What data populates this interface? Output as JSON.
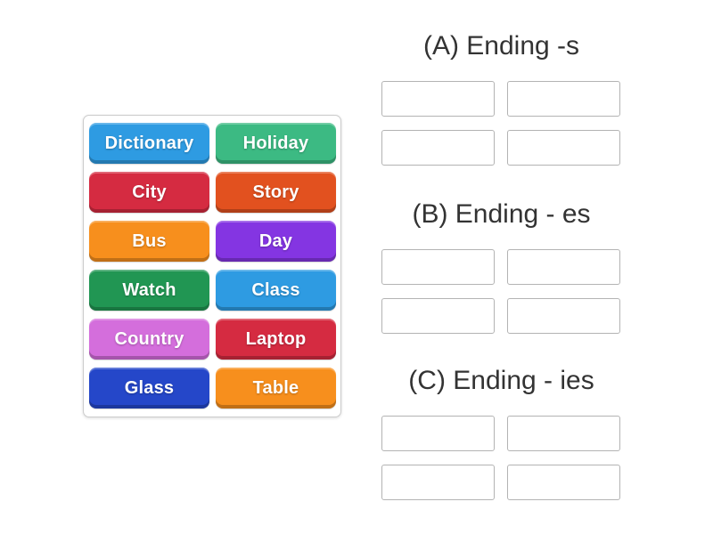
{
  "word_bank": {
    "tiles": [
      {
        "label": "Dictionary",
        "color": "#2e9be2"
      },
      {
        "label": "Holiday",
        "color": "#3cba83"
      },
      {
        "label": "City",
        "color": "#d52b41"
      },
      {
        "label": "Story",
        "color": "#e2511f"
      },
      {
        "label": "Bus",
        "color": "#f78f1d"
      },
      {
        "label": "Day",
        "color": "#8435e2"
      },
      {
        "label": "Watch",
        "color": "#219653"
      },
      {
        "label": "Class",
        "color": "#2e9be2"
      },
      {
        "label": "Country",
        "color": "#d46edc"
      },
      {
        "label": "Laptop",
        "color": "#d52b41"
      },
      {
        "label": "Glass",
        "color": "#2547c9"
      },
      {
        "label": "Table",
        "color": "#f78f1d"
      }
    ]
  },
  "groups": [
    {
      "label": "(A) Ending -s"
    },
    {
      "label": "(B) Ending - es"
    },
    {
      "label": "(C) Ending - ies"
    }
  ]
}
